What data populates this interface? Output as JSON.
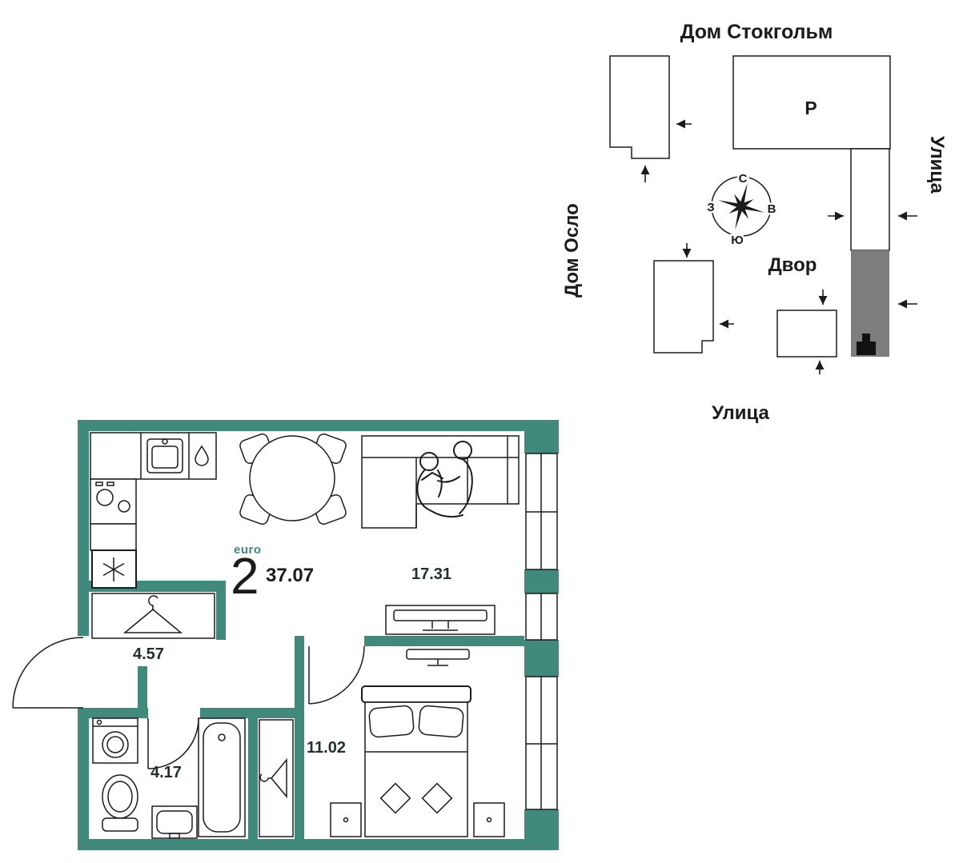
{
  "site_plan": {
    "building_top": "Дом Стокгольм",
    "building_left": "Дом Осло",
    "street_right": "Улица",
    "street_bottom": "Улица",
    "courtyard": "Двор",
    "parking": "Р",
    "compass": {
      "n": "С",
      "s": "Ю",
      "w": "З",
      "e": "В"
    }
  },
  "apartment": {
    "type": "euro",
    "rooms": "2",
    "total_area": "37.07",
    "areas": {
      "living_kitchen": "17.31",
      "hallway": "4.57",
      "bathroom": "4.17",
      "bedroom": "11.02"
    }
  },
  "colors": {
    "wall": "#3F8A7B",
    "highlight": "#7D7D7D",
    "accent": "#3F8A7B",
    "ink": "#1B1B1B"
  }
}
